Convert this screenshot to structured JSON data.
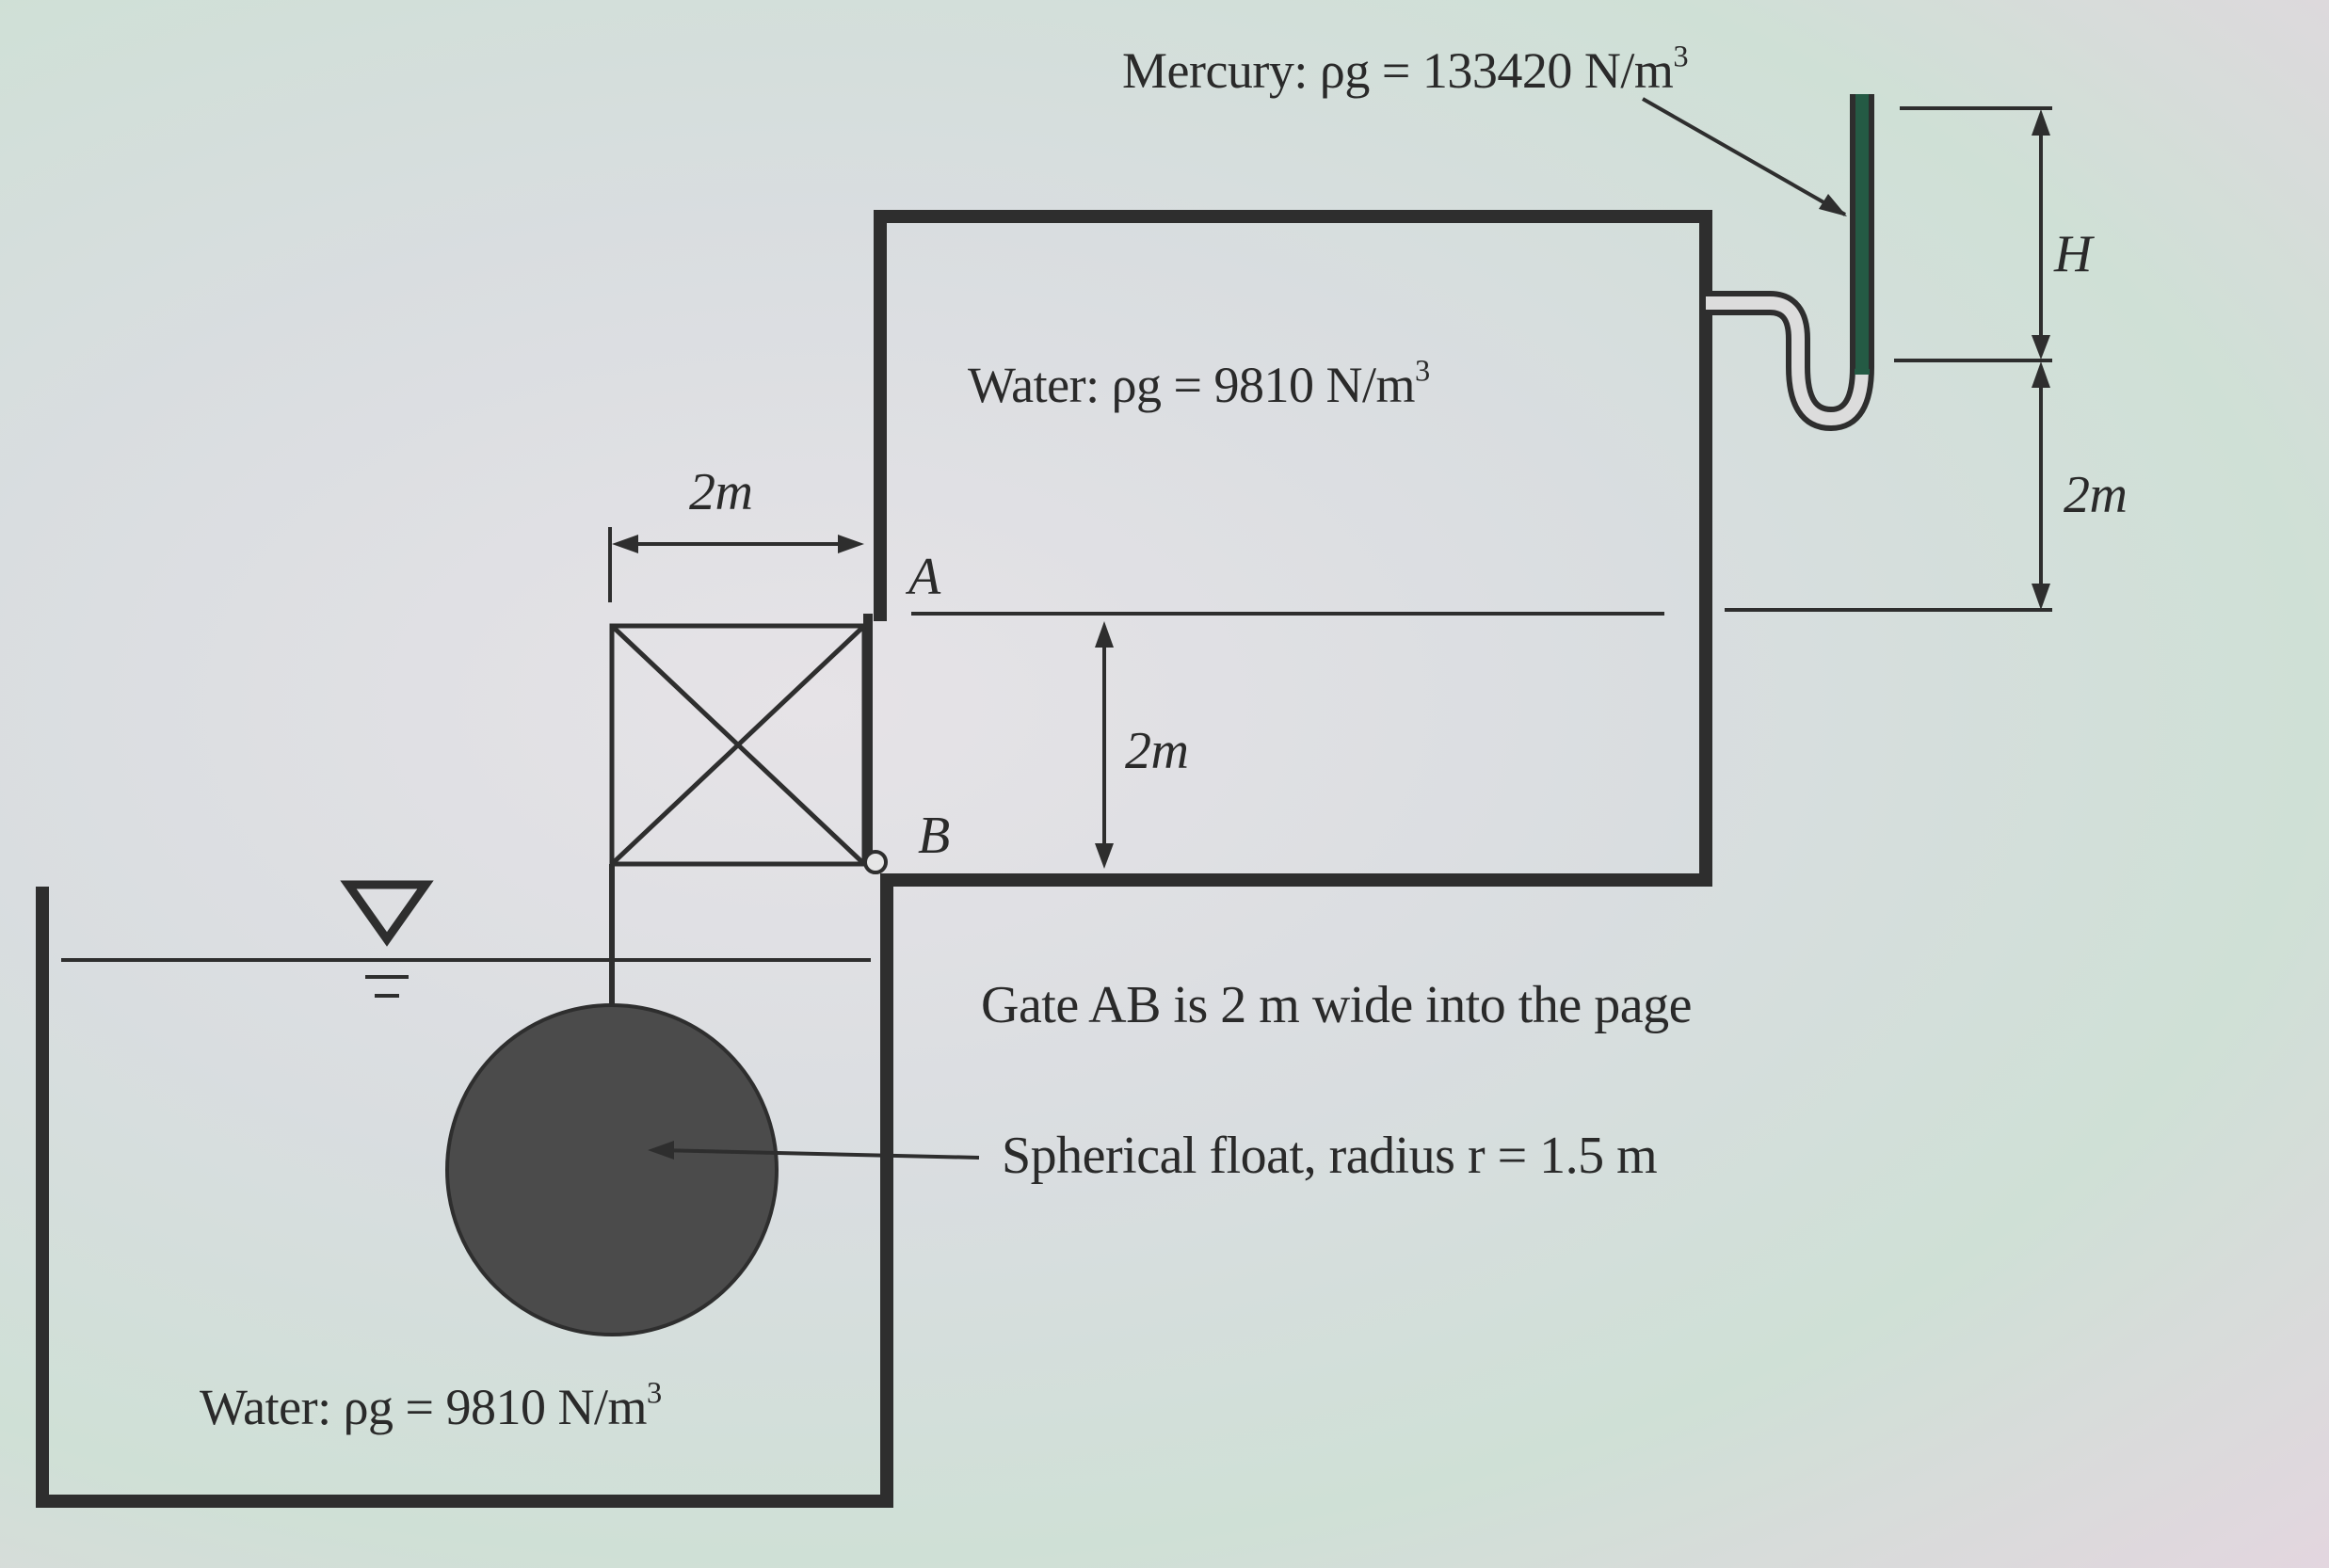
{
  "labels": {
    "mercury": "Mercury: ρg = 133420 N/m",
    "water_upper": "Water: ρg = 9810 N/m",
    "water_lower": "Water: ρg = 9810 N/m",
    "cube_unit": "3",
    "gate_note": "Gate AB is 2 m wide into the page",
    "float_note": "Spherical float, radius r = 1.5 m",
    "point_a": "A",
    "point_b": "B",
    "dim_left_width": "2m",
    "dim_gate_height": "2m",
    "dim_right_lower": "2m",
    "dim_h": "H"
  },
  "colors": {
    "line": "#2e2e2e",
    "mercury_column": "#245a44",
    "float": "#4b4b4b"
  }
}
